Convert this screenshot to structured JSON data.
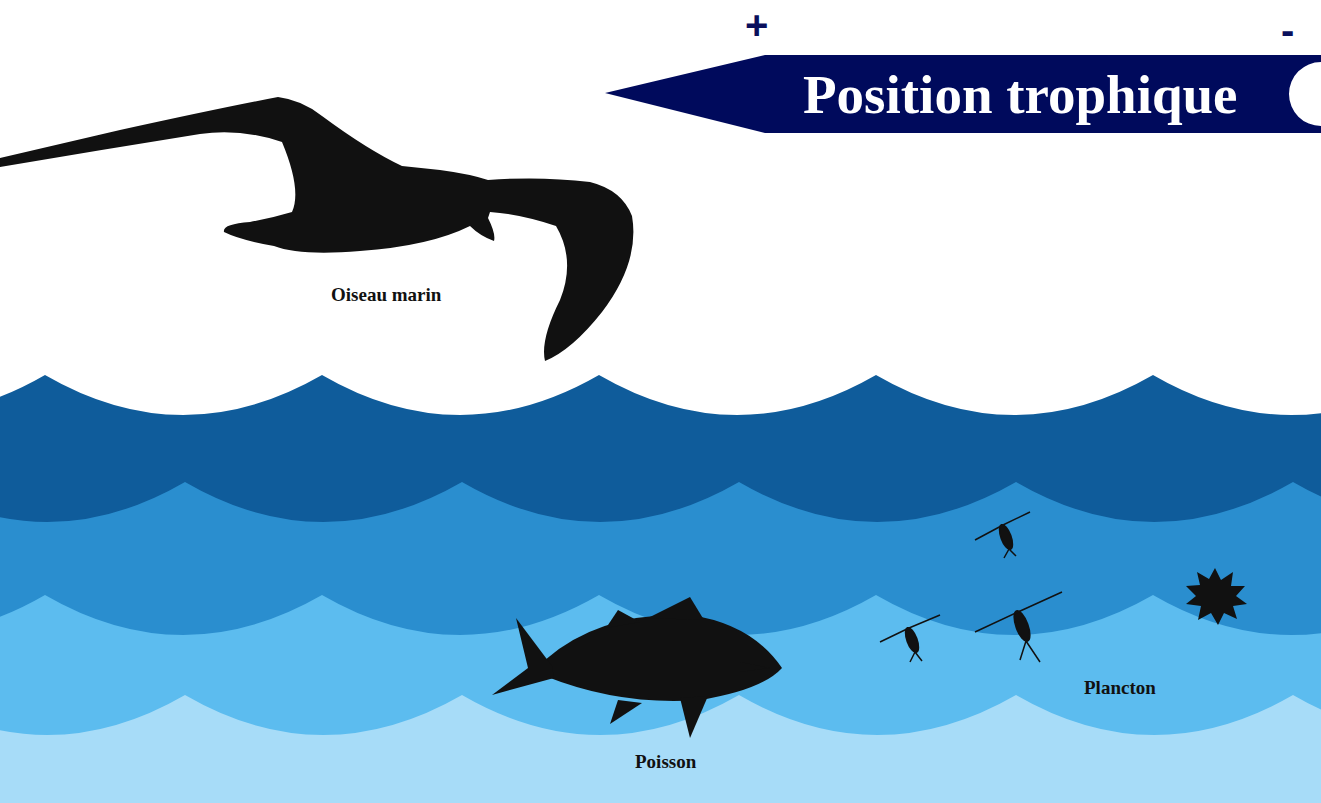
{
  "diagram": {
    "title": "Position trophique",
    "labels": [
      "+",
      "-",
      "Oiseau marin",
      "Poisson",
      "Plancton"
    ]
  }
}
